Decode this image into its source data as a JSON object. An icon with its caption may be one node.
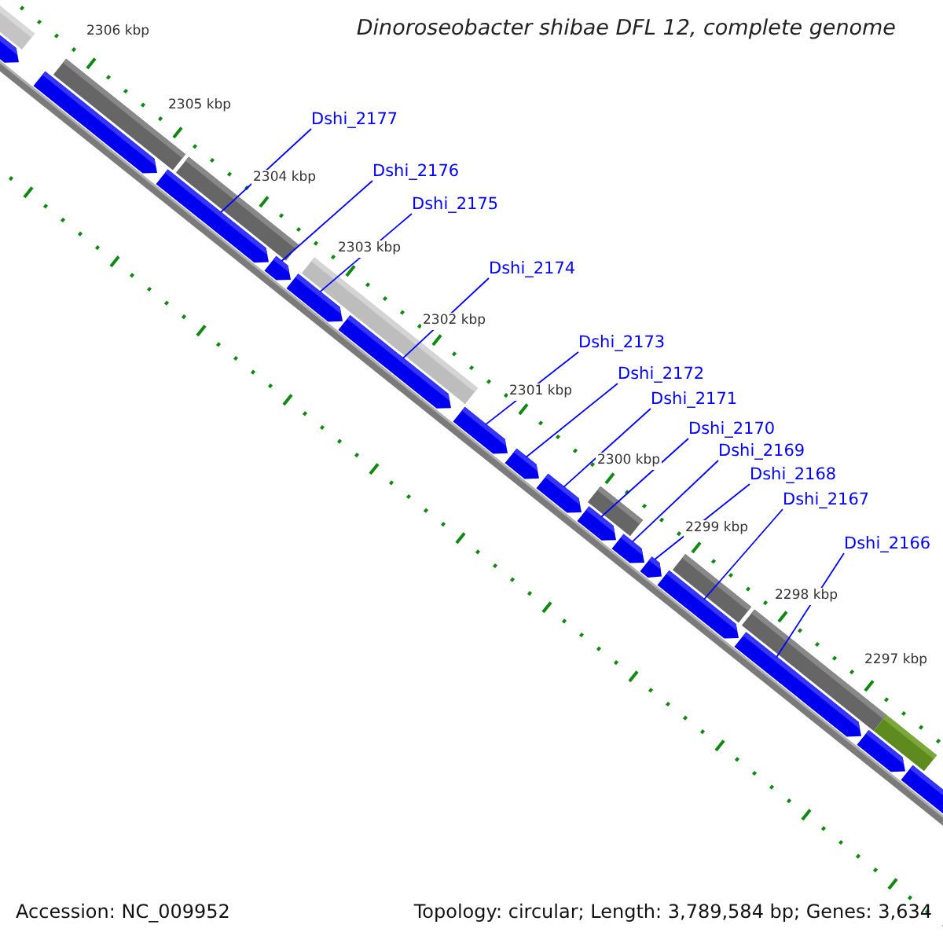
{
  "diagram": {
    "title": "Dinoroseobacter shibae DFL 12, complete genome",
    "nodes": [
      {
        "text": [
          "Dshi_2177"
        ]
      },
      {
        "text": [
          "Dshi_2176"
        ]
      },
      {
        "text": [
          "Dshi_2175"
        ]
      },
      {
        "text": [
          "Dshi_2174"
        ]
      },
      {
        "text": [
          "Dshi_2173"
        ]
      },
      {
        "text": [
          "Dshi_2172"
        ]
      },
      {
        "text": [
          "Dshi_2171"
        ]
      },
      {
        "text": [
          "Dshi_2170"
        ]
      },
      {
        "text": [
          "Dshi_2169"
        ]
      },
      {
        "text": [
          "Dshi_2168"
        ]
      },
      {
        "text": [
          "Dshi_2167"
        ]
      },
      {
        "text": [
          "Dshi_2166"
        ]
      },
      {
        "text": [],
        "shape": "arrow"
      },
      {
        "text": [],
        "shape": "arrow"
      },
      {
        "text": [],
        "shape": "arrow"
      },
      {
        "text": [],
        "shape": "arrow"
      },
      {
        "text": [],
        "shape": "arrow"
      },
      {
        "text": [],
        "shape": "arrow"
      },
      {
        "text": [],
        "shape": "arrow"
      },
      {
        "text": [],
        "shape": "arrow"
      },
      {
        "text": [],
        "shape": "arrow"
      },
      {
        "text": [],
        "shape": "arrow"
      },
      {
        "text": [],
        "shape": "arrow"
      },
      {
        "text": [],
        "shape": "arrow"
      },
      {
        "text": [],
        "shape": "arrow"
      },
      {
        "text": [],
        "shape": "arrow"
      },
      {
        "text": [],
        "shape": "arrow"
      },
      {
        "text": [],
        "shape": "arrow"
      }
    ],
    "edges": [
      {
        "from": 0,
        "to": 14,
        "arrow": "none"
      },
      {
        "from": 1,
        "to": 15,
        "arrow": "none"
      },
      {
        "from": 2,
        "to": 16,
        "arrow": "none"
      },
      {
        "from": 3,
        "to": 17,
        "arrow": "none"
      },
      {
        "from": 4,
        "to": 18,
        "arrow": "none"
      },
      {
        "from": 5,
        "to": 19,
        "arrow": "none"
      },
      {
        "from": 6,
        "to": 20,
        "arrow": "none"
      },
      {
        "from": 7,
        "to": 21,
        "arrow": "none"
      },
      {
        "from": 8,
        "to": 22,
        "arrow": "none"
      },
      {
        "from": 9,
        "to": 23,
        "arrow": "none"
      },
      {
        "from": 10,
        "to": 24,
        "arrow": "none"
      },
      {
        "from": 11,
        "to": 25,
        "arrow": "none"
      }
    ],
    "labels": [
      "2306 kbp",
      "2305 kbp",
      "2304 kbp",
      "2303 kbp",
      "2302 kbp",
      "2301 kbp",
      "2300 kbp",
      "2299 kbp",
      "2298 kbp",
      "2297 kbp",
      "Accession: NC_009952",
      "Topology: circular; Length: 3,789,584 bp; Genes: 3,634"
    ]
  }
}
